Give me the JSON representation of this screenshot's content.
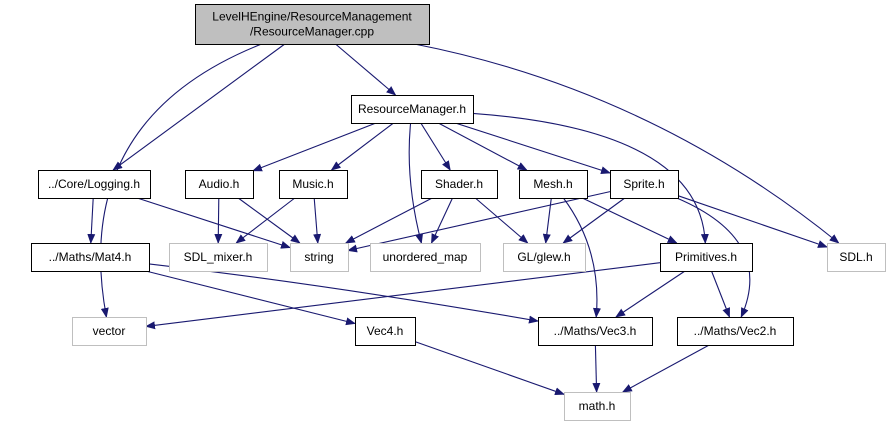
{
  "colors": {
    "edge": "#191970",
    "box_border": "#000000",
    "external_border": "#bfbfbf",
    "root_fill": "#bfbfbf",
    "node_fill": "#ffffff",
    "text": "#000000"
  },
  "nodes": [
    {
      "id": "root",
      "lines": [
        "LevelHEngine/ResourceManagement",
        "/ResourceManager.cpp"
      ],
      "kind": "root"
    },
    {
      "id": "resmgr_h",
      "lines": [
        "ResourceManager.h"
      ],
      "kind": "header"
    },
    {
      "id": "logging_h",
      "lines": [
        "../Core/Logging.h"
      ],
      "kind": "header"
    },
    {
      "id": "audio_h",
      "lines": [
        "Audio.h"
      ],
      "kind": "header"
    },
    {
      "id": "music_h",
      "lines": [
        "Music.h"
      ],
      "kind": "header"
    },
    {
      "id": "shader_h",
      "lines": [
        "Shader.h"
      ],
      "kind": "header"
    },
    {
      "id": "mesh_h",
      "lines": [
        "Mesh.h"
      ],
      "kind": "header"
    },
    {
      "id": "sprite_h",
      "lines": [
        "Sprite.h"
      ],
      "kind": "header"
    },
    {
      "id": "mat4_h",
      "lines": [
        "../Maths/Mat4.h"
      ],
      "kind": "header"
    },
    {
      "id": "sdl_mixer_h",
      "lines": [
        "SDL_mixer.h"
      ],
      "kind": "external"
    },
    {
      "id": "string",
      "lines": [
        "string"
      ],
      "kind": "external"
    },
    {
      "id": "unordered_map",
      "lines": [
        "unordered_map"
      ],
      "kind": "external"
    },
    {
      "id": "glew_h",
      "lines": [
        "GL/glew.h"
      ],
      "kind": "external"
    },
    {
      "id": "primitives_h",
      "lines": [
        "Primitives.h"
      ],
      "kind": "header"
    },
    {
      "id": "sdl_h",
      "lines": [
        "SDL.h"
      ],
      "kind": "external"
    },
    {
      "id": "vector",
      "lines": [
        "vector"
      ],
      "kind": "external"
    },
    {
      "id": "vec4_h",
      "lines": [
        "Vec4.h"
      ],
      "kind": "header"
    },
    {
      "id": "vec3_h",
      "lines": [
        "../Maths/Vec3.h"
      ],
      "kind": "header"
    },
    {
      "id": "vec2_h",
      "lines": [
        "../Maths/Vec2.h"
      ],
      "kind": "header"
    },
    {
      "id": "math_h",
      "lines": [
        "math.h"
      ],
      "kind": "external"
    }
  ],
  "edges": [
    {
      "from": "root",
      "to": "resmgr_h"
    },
    {
      "from": "root",
      "to": "logging_h"
    },
    {
      "from": "root",
      "to": "vector"
    },
    {
      "from": "root",
      "to": "sdl_h"
    },
    {
      "from": "resmgr_h",
      "to": "audio_h"
    },
    {
      "from": "resmgr_h",
      "to": "music_h"
    },
    {
      "from": "resmgr_h",
      "to": "unordered_map"
    },
    {
      "from": "resmgr_h",
      "to": "shader_h"
    },
    {
      "from": "resmgr_h",
      "to": "mesh_h"
    },
    {
      "from": "resmgr_h",
      "to": "sprite_h"
    },
    {
      "from": "resmgr_h",
      "to": "primitives_h"
    },
    {
      "from": "logging_h",
      "to": "mat4_h"
    },
    {
      "from": "logging_h",
      "to": "string"
    },
    {
      "from": "audio_h",
      "to": "sdl_mixer_h"
    },
    {
      "from": "audio_h",
      "to": "string"
    },
    {
      "from": "music_h",
      "to": "sdl_mixer_h"
    },
    {
      "from": "music_h",
      "to": "string"
    },
    {
      "from": "shader_h",
      "to": "string"
    },
    {
      "from": "shader_h",
      "to": "unordered_map"
    },
    {
      "from": "shader_h",
      "to": "glew_h"
    },
    {
      "from": "mesh_h",
      "to": "glew_h"
    },
    {
      "from": "mesh_h",
      "to": "primitives_h"
    },
    {
      "from": "mesh_h",
      "to": "vec3_h"
    },
    {
      "from": "sprite_h",
      "to": "string"
    },
    {
      "from": "sprite_h",
      "to": "glew_h"
    },
    {
      "from": "sprite_h",
      "to": "sdl_h"
    },
    {
      "from": "sprite_h",
      "to": "vec2_h"
    },
    {
      "from": "mat4_h",
      "to": "vec4_h"
    },
    {
      "from": "mat4_h",
      "to": "vec3_h"
    },
    {
      "from": "primitives_h",
      "to": "vector"
    },
    {
      "from": "primitives_h",
      "to": "vec3_h"
    },
    {
      "from": "primitives_h",
      "to": "vec2_h"
    },
    {
      "from": "vec4_h",
      "to": "math_h"
    },
    {
      "from": "vec3_h",
      "to": "math_h"
    },
    {
      "from": "vec2_h",
      "to": "math_h"
    }
  ]
}
